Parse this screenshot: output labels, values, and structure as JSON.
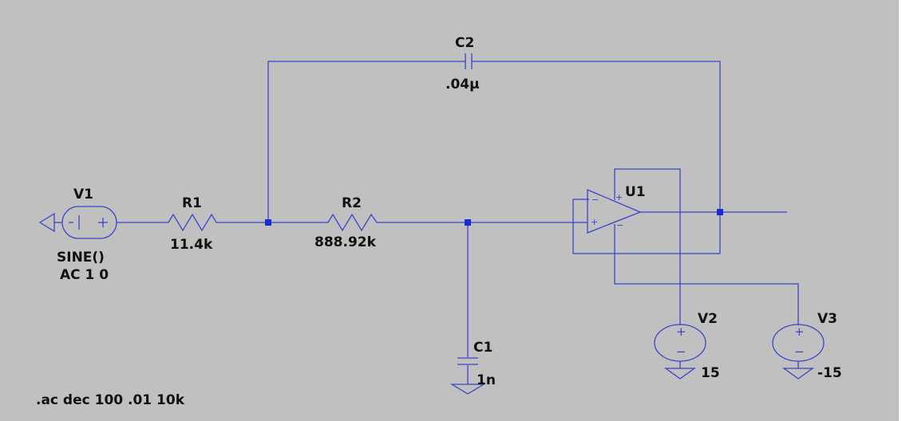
{
  "schematic": {
    "background": "#c0c0c0",
    "wire_color": "#3a45c8",
    "junction_color": "#1a2bd6",
    "components": {
      "V1": {
        "name": "V1",
        "value": "SINE()",
        "value2": "AC 1 0"
      },
      "R1": {
        "name": "R1",
        "value": "11.4k"
      },
      "R2": {
        "name": "R2",
        "value": "888.92k"
      },
      "C1": {
        "name": "C1",
        "value": "1n"
      },
      "C2": {
        "name": "C2",
        "value": ".04µ"
      },
      "U1": {
        "name": "U1"
      },
      "V2": {
        "name": "V2",
        "value": "15"
      },
      "V3": {
        "name": "V3",
        "value": "-15"
      }
    },
    "directive": ".ac dec 100 .01 10k",
    "pin_marks": {
      "plus": "+",
      "minus": "−"
    }
  }
}
